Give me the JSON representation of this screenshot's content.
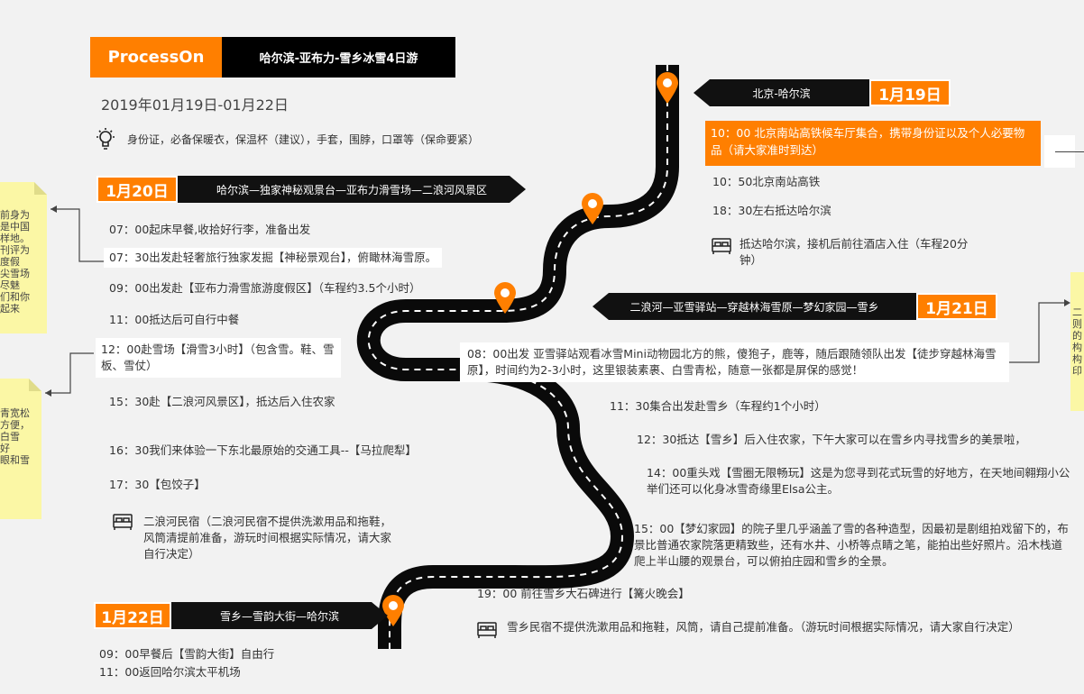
{
  "header": {
    "brand": "ProcessOn",
    "title": "哈尔滨-亚布力-雪乡冰雪4日游",
    "dates": "2019年01月19日-01月22日",
    "tips": "身份证，必备保暖衣，保温杯（建议），手套，围脖，口罩等（保命要紧）"
  },
  "day1": {
    "date": "1月19日",
    "route": "北京-哈尔滨",
    "highlight": "10：00 北京南站高铁候车厅集合，携带身份证以及个人必要物品（请大家准时到达）",
    "items": [
      "10：50北京南站高铁",
      "18：30左右抵达哈尔滨"
    ],
    "lodging": "抵达哈尔滨，接机后前往酒店入住（车程20分钟）"
  },
  "day2": {
    "date": "1月20日",
    "route": "哈尔滨—独家神秘观景台—亚布力滑雪场—二浪河风景区",
    "items": [
      "07：00起床早餐,收拾好行李，准备出发",
      "07：30出发赴轻奢旅行独家发掘【神秘景观台】，俯瞰林海雪原。",
      "09：00出发赴【亚布力滑雪旅游度假区】（车程约3.5个小时）",
      "11：00抵达后可自行中餐",
      "12：00赴雪场【滑雪3小时】（包含雪。鞋、雪板、雪仗）",
      "15：30赴【二浪河风景区】，抵达后入住农家",
      "16：30我们来体验一下东北最原始的交通工具--【马拉爬犁】",
      "17：30【包饺子】"
    ],
    "lodging": "二浪河民宿（二浪河民宿不提供洗漱用品和拖鞋，风筒清提前准备，游玩时间根据实际情况，请大家自行决定）"
  },
  "day3": {
    "date": "1月21日",
    "route": "二浪河—亚雪驿站—穿越林海雪原—梦幻家园—雪乡",
    "items": [
      "08：00出发 亚雪驿站观看冰雪Mini动物园北方的熊，傻狍子，鹿等，随后跟随领队出发【徒步穿越林海雪原】，时间约为2-3小时，这里银装素裹、白雪青松，随意一张都是屏保的感觉！",
      "11：30集合出发赴雪乡（车程约1个小时）",
      "12：30抵达【雪乡】后入住农家，下午大家可以在雪乡内寻找雪乡的美景啦，",
      "14：00重头戏【雪圈无限畅玩】这是为您寻到花式玩雪的好地方，在天地间翱翔小公举们还可以化身冰雪奇缘里Elsa公主。",
      "15：00【梦幻家园】的院子里几乎涵盖了雪的各种造型，因最初是剧组拍戏留下的，布景比普通农家院落更精致些，还有水井、小桥等点睛之笔，能拍出些好照片。沿木栈道爬上半山腰的观景台，可以俯拍庄园和雪乡的全景。",
      "19：00 前往雪乡大石碑进行【篝火晚会】"
    ],
    "lodging": "雪乡民宿不提供洗漱用品和拖鞋，风筒，请自己提前准备。（游玩时间根据实际情况，请大家自行决定）"
  },
  "day4": {
    "date": "1月22日",
    "route": "雪乡—雪韵大街—哈尔滨",
    "items": [
      "09：00早餐后【雪韵大街】自由行",
      "11：00返回哈尔滨太平机场"
    ]
  },
  "notes": {
    "left1": "前身为\n是中国\n样地。\n刊评为\n度假\n尖雪场\n尽魅\n们和你\n起来",
    "left2": "青宽松\n方便，\n白雪\n好\n眼和雪",
    "right1": "二\n则\n的\n构\n构\n印"
  },
  "colors": {
    "accent": "#ff7f00",
    "banner": "#111111",
    "road": "#0a0a0a",
    "sticky": "#fbf7a5"
  },
  "icons": [
    "bulb-icon",
    "bed-icon",
    "map-pin-icon"
  ]
}
